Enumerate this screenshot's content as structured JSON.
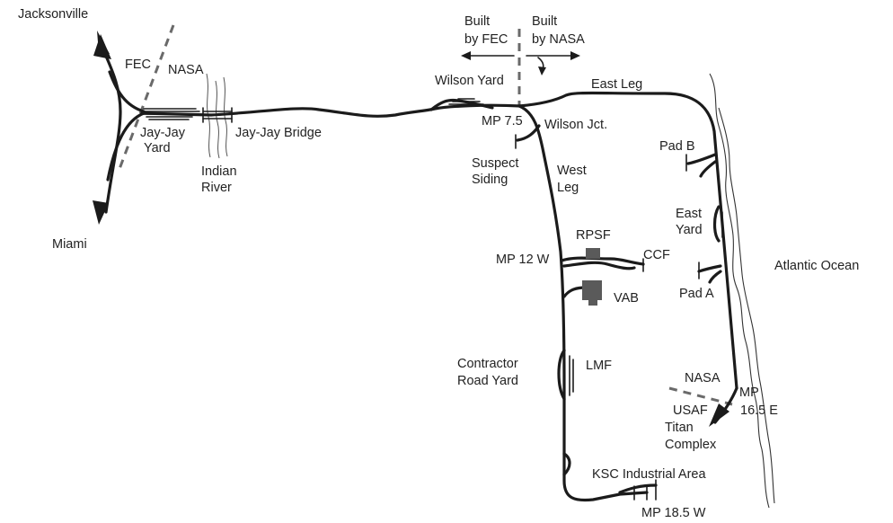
{
  "labels": {
    "jacksonville": "Jacksonville",
    "miami": "Miami",
    "fec": "FEC",
    "nasa_top": "NASA",
    "jay_jay_yard_1": "Jay-Jay",
    "jay_jay_yard_2": "Yard",
    "jay_jay_bridge": "Jay-Jay Bridge",
    "indian_river_1": "Indian",
    "indian_river_2": "River",
    "built_fec_1": "Built",
    "built_fec_2": "by FEC",
    "built_nasa_1": "Built",
    "built_nasa_2": "by NASA",
    "wilson_yard": "Wilson Yard",
    "east_leg": "East Leg",
    "mp_7_5": "MP 7.5",
    "wilson_jct": "Wilson Jct.",
    "suspect_siding_1": "Suspect",
    "suspect_siding_2": "Siding",
    "west_leg_1": "West",
    "west_leg_2": "Leg",
    "pad_b": "Pad B",
    "east_yard_1": "East",
    "east_yard_2": "Yard",
    "rpsf": "RPSF",
    "ccf": "CCF",
    "mp_12_w": "MP 12 W",
    "atlantic_ocean": "Atlantic Ocean",
    "pad_a": "Pad A",
    "vab": "VAB",
    "contractor_road_yard_1": "Contractor",
    "contractor_road_yard_2": "Road Yard",
    "lmf": "LMF",
    "nasa_bottom": "NASA",
    "mp_16_5_e_1": "MP",
    "mp_16_5_e_2": "16.5 E",
    "usaf": "USAF",
    "titan_complex_1": "Titan",
    "titan_complex_2": "Complex",
    "ksc_industrial_area": "KSC Industrial Area",
    "mp_18_5_w": "MP 18.5 W"
  },
  "colors": {
    "track": "#1b1b1b",
    "boundary_dash": "#6a6a6a",
    "building": "#5a5a5a"
  }
}
